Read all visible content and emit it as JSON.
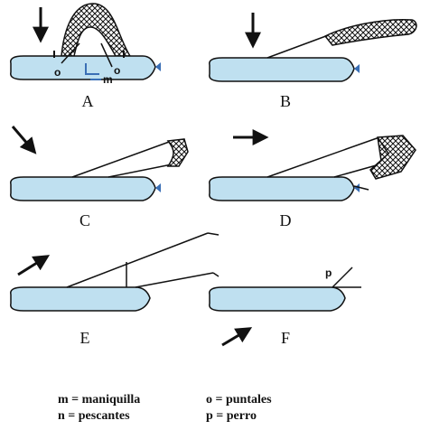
{
  "panels": [
    {
      "label": "A"
    },
    {
      "label": "B"
    },
    {
      "label": "C"
    },
    {
      "label": "D"
    },
    {
      "label": "E"
    },
    {
      "label": "F"
    }
  ],
  "annotations": {
    "o_left": "o",
    "m": "m",
    "o_right": "o",
    "p": "p"
  },
  "legend": {
    "m": "m = maniquilla",
    "n": "n = pescantes",
    "o": "o = puntales",
    "p": "p = perro"
  },
  "colors": {
    "hull": "#bfe0f0",
    "outline": "#111111",
    "bow_mark": "#3a6fb5"
  }
}
